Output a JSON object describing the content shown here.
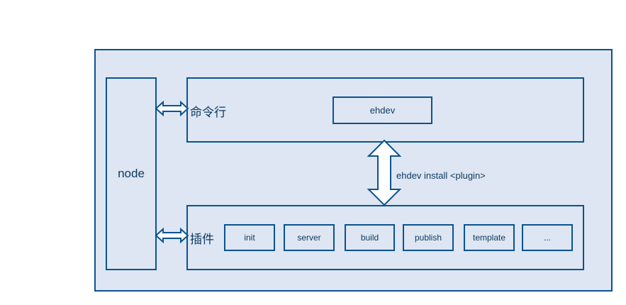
{
  "diagram": {
    "node_label": "node",
    "cli": {
      "label": "命令行",
      "ehdev": "ehdev"
    },
    "install_label": "ehdev install <plugin>",
    "plugins": {
      "label": "插件",
      "items": [
        "init",
        "server",
        "build",
        "publish",
        "template",
        "..."
      ]
    }
  },
  "colors": {
    "border": "#0b5390",
    "fill": "#dde6f2",
    "text": "#103a63"
  }
}
